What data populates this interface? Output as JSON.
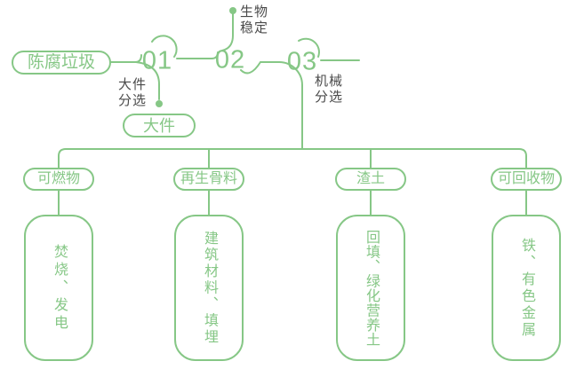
{
  "palette": {
    "green": "#86c786",
    "label_gray": "#4a4a4a"
  },
  "flow": {
    "source": "陈腐垃圾",
    "stages": [
      {
        "number": "01",
        "process": "大件\n分选",
        "output": "大件"
      },
      {
        "number": "02",
        "process": "生物\n稳定"
      },
      {
        "number": "03",
        "process": "机械\n分选"
      }
    ]
  },
  "categories": [
    {
      "name": "可燃物",
      "disposal": "焚烧、发电"
    },
    {
      "name": "再生骨料",
      "disposal": "建筑材料、填埋"
    },
    {
      "name": "渣土",
      "disposal": "回填、绿化营养土"
    },
    {
      "name": "可回收物",
      "disposal": "铁、有色金属"
    }
  ]
}
